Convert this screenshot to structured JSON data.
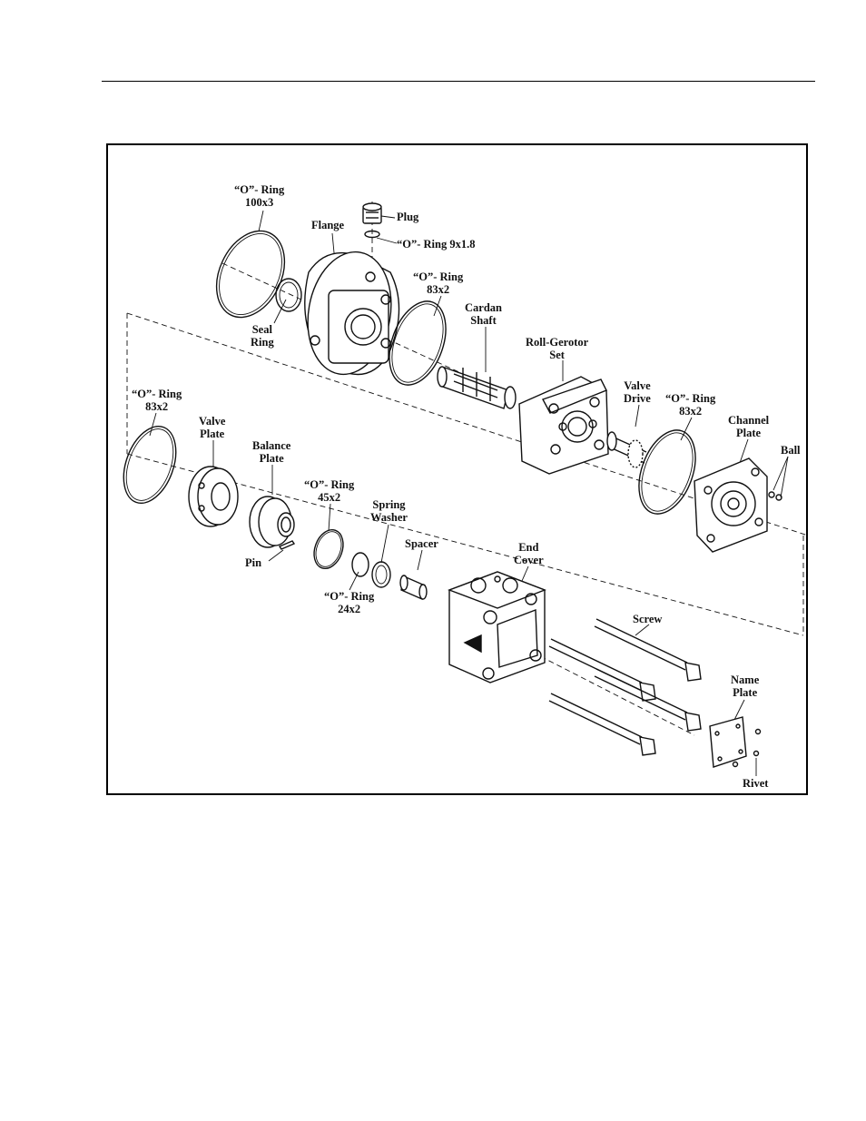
{
  "labels": {
    "o_ring_100x3": [
      "“O”- Ring",
      "100x3"
    ],
    "plug": [
      "Plug"
    ],
    "flange": [
      "Flange"
    ],
    "o_ring_9x18": [
      "“O”- Ring 9x1.8"
    ],
    "o_ring_83x2_top": [
      "“O”- Ring",
      "83x2"
    ],
    "seal_ring": [
      "Seal",
      "Ring"
    ],
    "cardan_shaft": [
      "Cardan",
      "Shaft"
    ],
    "roll_gerotor_set": [
      "Roll-Gerotor",
      "Set"
    ],
    "valve_drive": [
      "Valve",
      "Drive"
    ],
    "o_ring_83x2_right": [
      "“O”- Ring",
      "83x2"
    ],
    "channel_plate": [
      "Channel",
      "Plate"
    ],
    "ball": [
      "Ball"
    ],
    "o_ring_83x2_left": [
      "“O”- Ring",
      "83x2"
    ],
    "valve_plate": [
      "Valve",
      "Plate"
    ],
    "balance_plate": [
      "Balance",
      "Plate"
    ],
    "o_ring_45x2": [
      "“O”- Ring",
      "45x2"
    ],
    "spring_washer": [
      "Spring",
      "Washer"
    ],
    "spacer": [
      "Spacer"
    ],
    "end_cover": [
      "End",
      "Cover"
    ],
    "pin": [
      "Pin"
    ],
    "o_ring_24x2": [
      "“O”- Ring",
      "24x2"
    ],
    "screw": [
      "Screw"
    ],
    "name_plate": [
      "Name",
      "Plate"
    ],
    "rivet": [
      "Rivet"
    ]
  }
}
